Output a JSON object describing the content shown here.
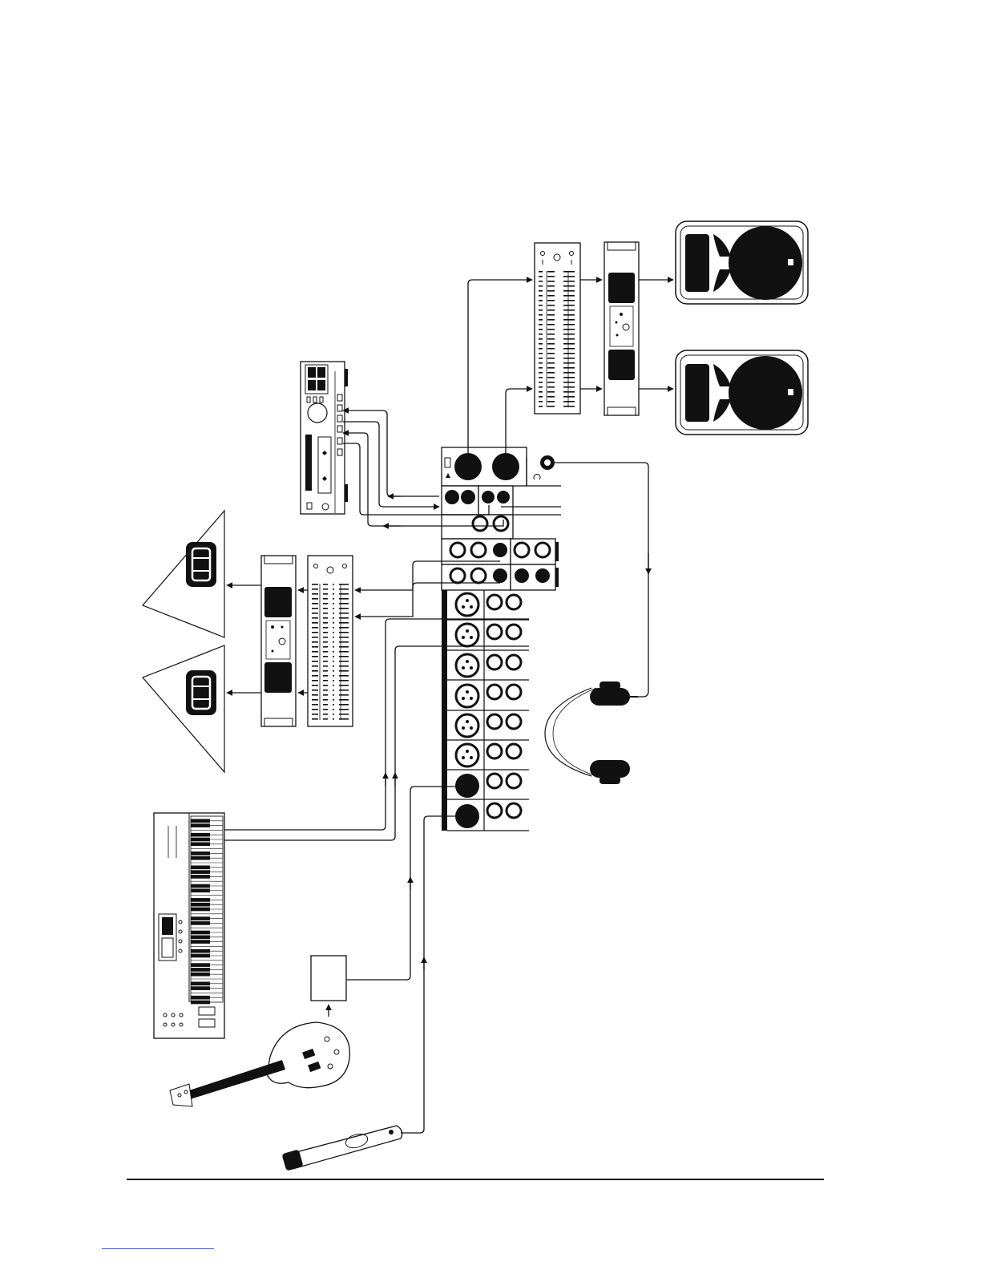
{
  "colors": {
    "ink": "#111111",
    "paper": "#ffffff",
    "link_rule": "#3b5bd6"
  },
  "devices": [
    {
      "id": "stage-monitor-top",
      "icon": "wedge-monitor-icon"
    },
    {
      "id": "stage-monitor-bottom",
      "icon": "wedge-monitor-icon"
    },
    {
      "id": "monitor-amplifier",
      "icon": "power-amplifier-icon"
    },
    {
      "id": "monitor-equalizer",
      "icon": "graphic-eq-icon"
    },
    {
      "id": "cd-tape-deck",
      "icon": "tape-deck-icon"
    },
    {
      "id": "mixer",
      "icon": "mixer-icon"
    },
    {
      "id": "main-equalizer",
      "icon": "graphic-eq-icon"
    },
    {
      "id": "main-amplifier",
      "icon": "power-amplifier-icon"
    },
    {
      "id": "main-speaker-left",
      "icon": "pa-speaker-icon"
    },
    {
      "id": "main-speaker-right",
      "icon": "pa-speaker-icon"
    },
    {
      "id": "headphones",
      "icon": "headphones-icon"
    },
    {
      "id": "keyboard",
      "icon": "keyboard-synth-icon"
    },
    {
      "id": "di-box",
      "icon": "di-box-icon"
    },
    {
      "id": "electric-guitar",
      "icon": "guitar-icon"
    },
    {
      "id": "microphone",
      "icon": "microphone-icon"
    }
  ]
}
